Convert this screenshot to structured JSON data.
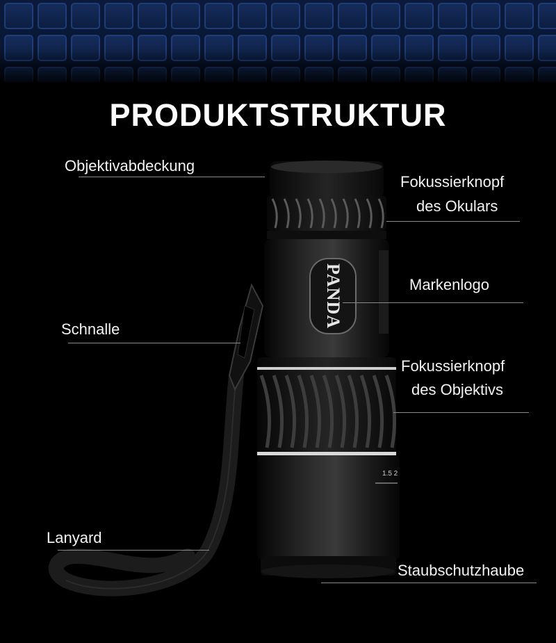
{
  "title": "PRODUKTSTRUKTUR",
  "labels": {
    "lens_cover": "Objektivabdeckung",
    "eyepiece_focus_1": "Fokussierknopf",
    "eyepiece_focus_2": "des Okulars",
    "brand_logo": "Markenlogo",
    "buckle": "Schnalle",
    "objective_focus_1": "Fokussierknopf",
    "objective_focus_2": "des Objektivs",
    "lanyard": "Lanyard",
    "dust_cap": "Staubschutzhaube"
  },
  "product": {
    "brand": "PANDA",
    "scale_marks": "1.5 2"
  }
}
